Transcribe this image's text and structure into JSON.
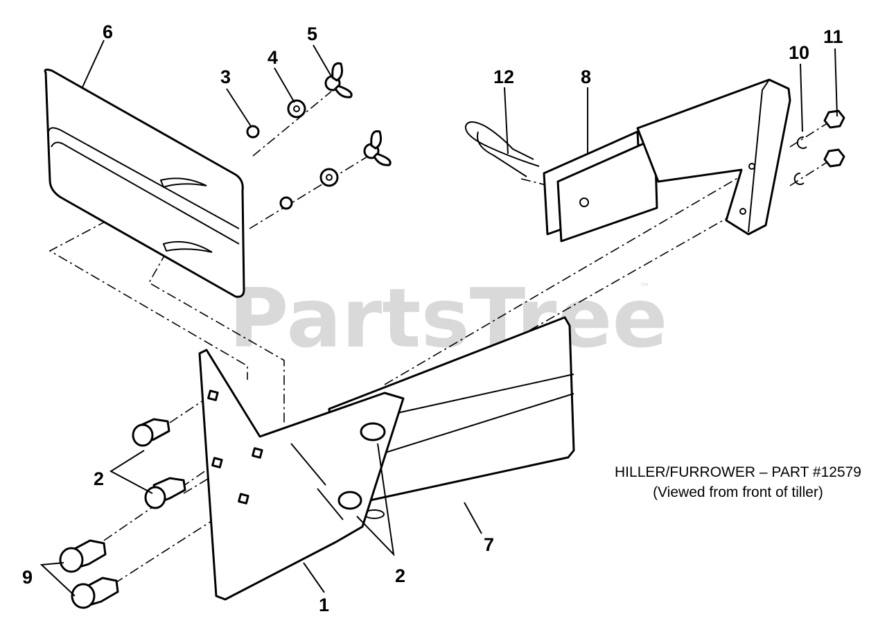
{
  "watermark": {
    "text": "PartsTree",
    "trademark": "™"
  },
  "caption": {
    "line1": "HILLER/FURROWER – PART #12579",
    "line2": "(Viewed from front of tiller)"
  },
  "callouts": [
    {
      "id": "c1",
      "label": "1"
    },
    {
      "id": "c2a",
      "label": "2"
    },
    {
      "id": "c2b",
      "label": "2"
    },
    {
      "id": "c3",
      "label": "3"
    },
    {
      "id": "c4",
      "label": "4"
    },
    {
      "id": "c5",
      "label": "5"
    },
    {
      "id": "c6",
      "label": "6"
    },
    {
      "id": "c7",
      "label": "7"
    },
    {
      "id": "c8",
      "label": "8"
    },
    {
      "id": "c9",
      "label": "9"
    },
    {
      "id": "c10",
      "label": "10"
    },
    {
      "id": "c11",
      "label": "11"
    },
    {
      "id": "c12",
      "label": "12"
    }
  ]
}
